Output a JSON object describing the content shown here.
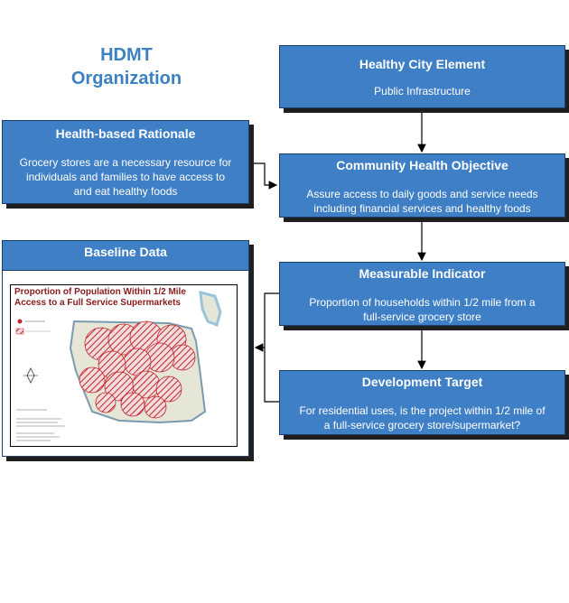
{
  "title": {
    "line1": "HDMT",
    "line2": "Organization"
  },
  "healthy_city_element": {
    "heading": "Healthy City Element",
    "body": "Public Infrastructure"
  },
  "health_rationale": {
    "heading": "Health-based Rationale",
    "body_lines": [
      "Grocery stores are a necessary resource for",
      "individuals and families to have access to",
      "and eat healthy foods"
    ]
  },
  "community_objective": {
    "heading": "Community Health Objective",
    "body_lines": [
      "Assure access to daily goods and service needs",
      "including financial services and healthy foods"
    ]
  },
  "baseline": {
    "heading": "Baseline Data",
    "map_title_lines": [
      "Proportion of Population Within 1/2 Mile",
      "Access to a Full Service Supermarkets"
    ]
  },
  "measurable_indicator": {
    "heading": "Measurable Indicator",
    "body_lines": [
      "Proportion of households within 1/2 mile from a",
      "full-service grocery store"
    ]
  },
  "development_target": {
    "heading": "Development Target",
    "body_lines": [
      "For residential uses, is the project within 1/2 mile of",
      "a full-service grocery store/supermarket?"
    ]
  },
  "colors": {
    "box_blue": "#3f7fc6",
    "title_blue": "#3c82c2",
    "map_red": "#c0262c"
  }
}
